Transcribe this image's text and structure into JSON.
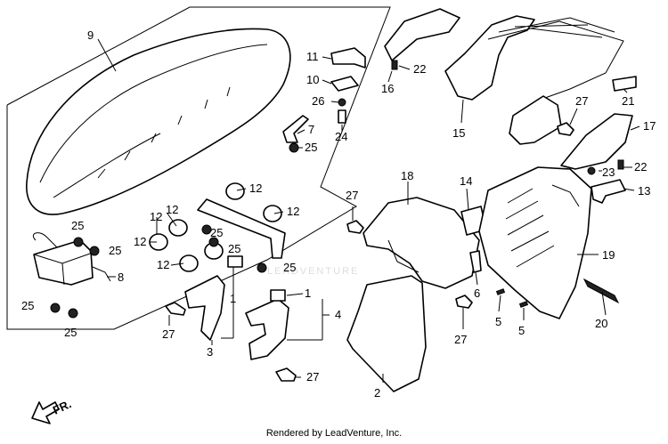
{
  "footer": "Rendered by LeadVenture, Inc.",
  "watermark": "LEADVENTURE",
  "direction_label": "FR.",
  "callouts": {
    "c1": "1",
    "c1b": "1",
    "c2": "2",
    "c3": "3",
    "c4": "4",
    "c5a": "5",
    "c5b": "5",
    "c6": "6",
    "c7": "7",
    "c8": "8",
    "c9": "9",
    "c10": "10",
    "c11": "11",
    "c12a": "12",
    "c12b": "12",
    "c12c": "12",
    "c12d": "12",
    "c12e": "12",
    "c12f": "12",
    "c13": "13",
    "c14": "14",
    "c15": "15",
    "c16": "16",
    "c17": "17",
    "c18": "18",
    "c19": "19",
    "c20": "20",
    "c21": "21",
    "c22a": "22",
    "c22b": "22",
    "c23": "23",
    "c24": "24",
    "c25a": "25",
    "c25b": "25",
    "c25c": "25",
    "c25d": "25",
    "c25e": "25",
    "c25f": "25",
    "c25g": "25",
    "c25h": "25",
    "c26": "26",
    "c27a": "27",
    "c27b": "27",
    "c27c": "27",
    "c27d": "27",
    "c27e": "27"
  }
}
